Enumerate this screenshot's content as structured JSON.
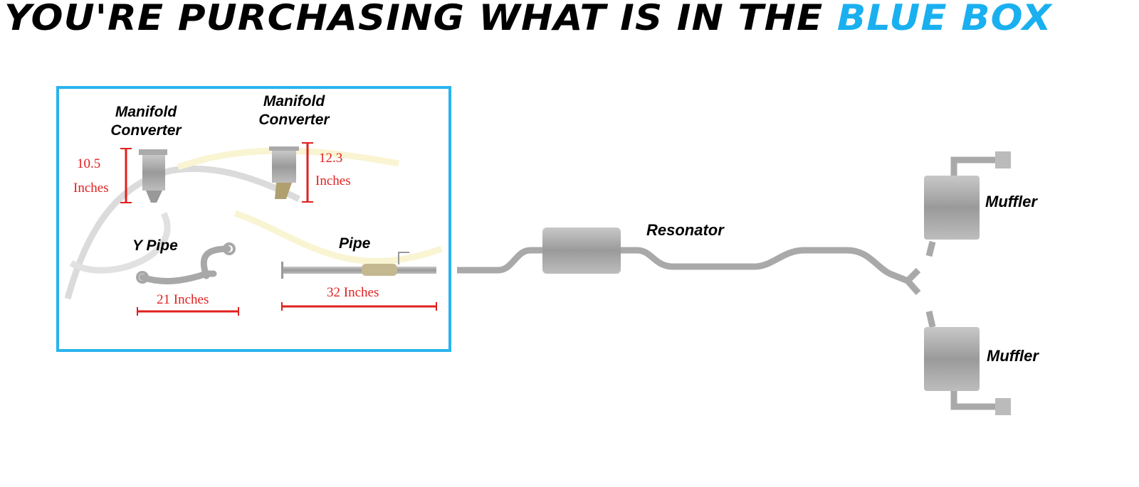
{
  "title": {
    "prefix": "YOU'RE PURCHASING WHAT IS IN THE",
    "highlight": "BLUE BOX"
  },
  "colors": {
    "highlight": "#1ab0f0",
    "measure": "#e02020",
    "part": "#a9a9a9"
  },
  "included_parts": [
    {
      "name_line1": "Manifold",
      "name_line2": "Converter",
      "measure_value": "10.5",
      "measure_unit": "Inches"
    },
    {
      "name_line1": "Manifold",
      "name_line2": "Converter",
      "measure_value": "12.3",
      "measure_unit": "Inches"
    },
    {
      "name": "Y Pipe",
      "measure": "21 Inches"
    },
    {
      "name": "Pipe",
      "measure": "32 Inches"
    }
  ],
  "system_parts": {
    "resonator": "Resonator",
    "muffler_upper": "Muffler",
    "muffler_lower": "Muffler"
  }
}
